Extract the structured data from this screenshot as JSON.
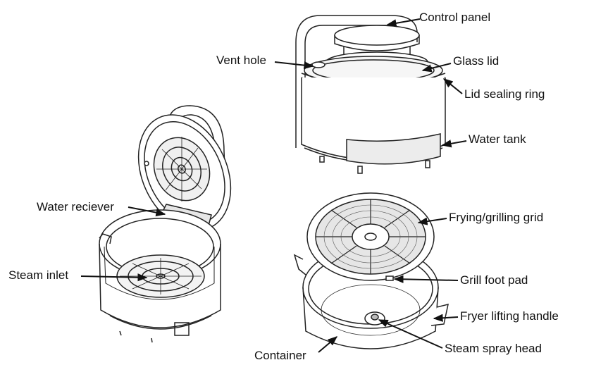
{
  "diagram": {
    "labels": {
      "control_panel": "Control panel",
      "vent_hole": "Vent hole",
      "glass_lid": "Glass lid",
      "lid_sealing_ring": "Lid sealing ring",
      "water_tank": "Water tank",
      "water_reciever": "Water reciever",
      "steam_inlet": "Steam inlet",
      "frying_grilling_grid": "Frying/grilling grid",
      "grill_foot_pad": "Grill foot pad",
      "fryer_lifting_handle": "Fryer lifting handle",
      "container": "Container",
      "steam_spray_head": "Steam spray head"
    },
    "colors": {
      "line": "#222222",
      "shade": "#e9e9e9",
      "background": "#ffffff"
    }
  }
}
